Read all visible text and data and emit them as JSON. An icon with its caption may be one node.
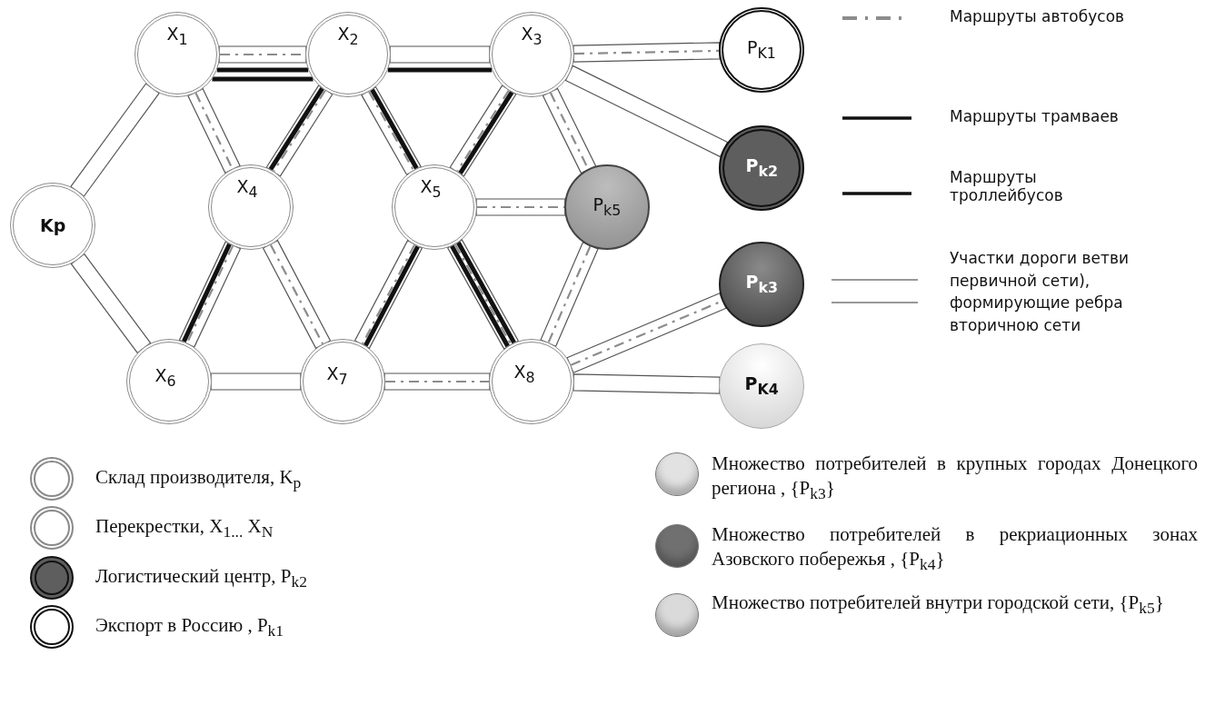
{
  "diagram": {
    "nodes": [
      {
        "text": [
          "Kp"
        ]
      },
      {
        "text": [
          "X$_{1}$"
        ]
      },
      {
        "text": [
          "X$_{2}$"
        ]
      },
      {
        "text": [
          "X$_{3}$"
        ]
      },
      {
        "text": [
          "X$_{4}$"
        ]
      },
      {
        "text": [
          "X$_{5}$"
        ]
      },
      {
        "text": [
          "P$_{k5}$"
        ]
      },
      {
        "text": [
          "X$_{6}$"
        ]
      },
      {
        "text": [
          "X$_{7}$"
        ]
      },
      {
        "text": [
          "X$_{8}$"
        ]
      },
      {
        "text": [
          "P$_{K1}$"
        ]
      },
      {
        "text": [
          "P$_{k2}$"
        ]
      },
      {
        "text": [
          "P$_{k3}$"
        ]
      },
      {
        "text": [
          "P$_{K4}$"
        ]
      }
    ],
    "edges": [
      {
        "from": 0,
        "to": 1,
        "arrow": "none"
      },
      {
        "from": 0,
        "to": 7,
        "arrow": "none"
      },
      {
        "from": 1,
        "to": 2,
        "arrow": "none"
      },
      {
        "from": 2,
        "to": 3,
        "arrow": "none"
      },
      {
        "from": 3,
        "to": 10,
        "arrow": "none"
      },
      {
        "from": 3,
        "to": 11,
        "arrow": "none"
      },
      {
        "from": 1,
        "to": 4,
        "arrow": "none"
      },
      {
        "from": 2,
        "to": 4,
        "arrow": "none"
      },
      {
        "from": 2,
        "to": 5,
        "arrow": "none"
      },
      {
        "from": 3,
        "to": 5,
        "arrow": "none"
      },
      {
        "from": 3,
        "to": 6,
        "arrow": "none"
      },
      {
        "from": 5,
        "to": 6,
        "arrow": "none"
      },
      {
        "from": 4,
        "to": 7,
        "arrow": "none"
      },
      {
        "from": 4,
        "to": 8,
        "arrow": "none"
      },
      {
        "from": 5,
        "to": 8,
        "arrow": "none"
      },
      {
        "from": 5,
        "to": 9,
        "arrow": "none"
      },
      {
        "from": 6,
        "to": 9,
        "arrow": "none"
      },
      {
        "from": 7,
        "to": 8,
        "arrow": "none"
      },
      {
        "from": 8,
        "to": 9,
        "arrow": "none"
      },
      {
        "from": 9,
        "to": 12,
        "arrow": "none"
      },
      {
        "from": 9,
        "to": 13,
        "arrow": "none"
      },
      {
        "from": 1,
        "to": 2,
        "arrow": "none",
        "style": "dashed",
        "color": "#8c8c8c"
      },
      {
        "from": 3,
        "to": 10,
        "arrow": "none",
        "style": "dashed",
        "color": "#8c8c8c"
      },
      {
        "from": 1,
        "to": 4,
        "arrow": "none",
        "style": "dashed",
        "color": "#8c8c8c"
      },
      {
        "from": 4,
        "to": 8,
        "arrow": "none",
        "style": "dashed",
        "color": "#8c8c8c"
      },
      {
        "from": 2,
        "to": 4,
        "arrow": "none",
        "style": "dashed",
        "color": "#8c8c8c"
      },
      {
        "from": 4,
        "to": 7,
        "arrow": "none",
        "style": "dashed",
        "color": "#8c8c8c"
      },
      {
        "from": 2,
        "to": 5,
        "arrow": "none",
        "style": "dashed",
        "color": "#8c8c8c"
      },
      {
        "from": 3,
        "to": 5,
        "arrow": "none",
        "style": "dashed",
        "color": "#8c8c8c"
      },
      {
        "from": 5,
        "to": 8,
        "arrow": "none",
        "style": "dashed",
        "color": "#8c8c8c"
      },
      {
        "from": 5,
        "to": 9,
        "arrow": "none",
        "style": "dashed",
        "color": "#8c8c8c"
      },
      {
        "from": 3,
        "to": 6,
        "arrow": "none",
        "style": "dashed",
        "color": "#8c8c8c"
      },
      {
        "from": 5,
        "to": 6,
        "arrow": "none",
        "style": "dashed",
        "color": "#8c8c8c"
      },
      {
        "from": 6,
        "to": 9,
        "arrow": "none",
        "style": "dashed",
        "color": "#8c8c8c"
      },
      {
        "from": 8,
        "to": 9,
        "arrow": "none",
        "style": "dashed",
        "color": "#8c8c8c"
      },
      {
        "from": 9,
        "to": 12,
        "arrow": "none",
        "style": "dashed",
        "color": "#8c8c8c"
      },
      {
        "from": 1,
        "to": 2,
        "arrow": "none",
        "style": "thick",
        "color": "#111111"
      },
      {
        "from": 2,
        "to": 3,
        "arrow": "none",
        "style": "thick",
        "color": "#111111"
      },
      {
        "from": 3,
        "to": 5,
        "arrow": "none",
        "style": "thick",
        "color": "#111111"
      },
      {
        "from": 5,
        "to": 8,
        "arrow": "none",
        "style": "thick",
        "color": "#111111"
      },
      {
        "from": 1,
        "to": 2,
        "arrow": "none",
        "style": "thick",
        "color": "#111111"
      },
      {
        "from": 2,
        "to": 4,
        "arrow": "none",
        "style": "thick",
        "color": "#111111"
      },
      {
        "from": 4,
        "to": 7,
        "arrow": "none",
        "style": "thick",
        "color": "#111111"
      },
      {
        "from": 2,
        "to": 5,
        "arrow": "none",
        "style": "thick",
        "color": "#111111"
      },
      {
        "from": 5,
        "to": 9,
        "arrow": "none",
        "style": "thick",
        "color": "#111111"
      },
      {
        "from": 5,
        "to": 9,
        "arrow": "none",
        "style": "thick",
        "color": "#111111"
      }
    ],
    "legend": [
      {
        "text": "Маршруты автобусов"
      },
      {
        "text": "Маршруты трамваев"
      },
      {
        "text": "Маршруты троллейбусов"
      },
      {
        "text": "Участки дороги ветви первичной сети), формирующие ребра вторичною сети"
      },
      {
        "text": "Склад производителя, K$_{p}$",
        "color": "#ffffff"
      },
      {
        "text": "Перекрестки, X$_{1...}$ X$_{N}$",
        "color": "#ffffff"
      },
      {
        "text": "Логистический центр, P$_{k2}$",
        "color": "#5e5e5e"
      },
      {
        "text": "Экспорт в Россию , P$_{k1}$",
        "color": "#ffffff"
      },
      {
        "text": "Множество потребителей в крупных городах Донецкого региона , {P$_{k3}$}",
        "color": "#e2e2e2"
      },
      {
        "text": "Множество потребителей в рекриационных зонах Азовского побережья , {P$_{k4}$}",
        "color": "#707070"
      },
      {
        "text": "Множество потребителей внутри городской сети, {P$_{k5}$}",
        "color": "#dadada"
      }
    ]
  }
}
